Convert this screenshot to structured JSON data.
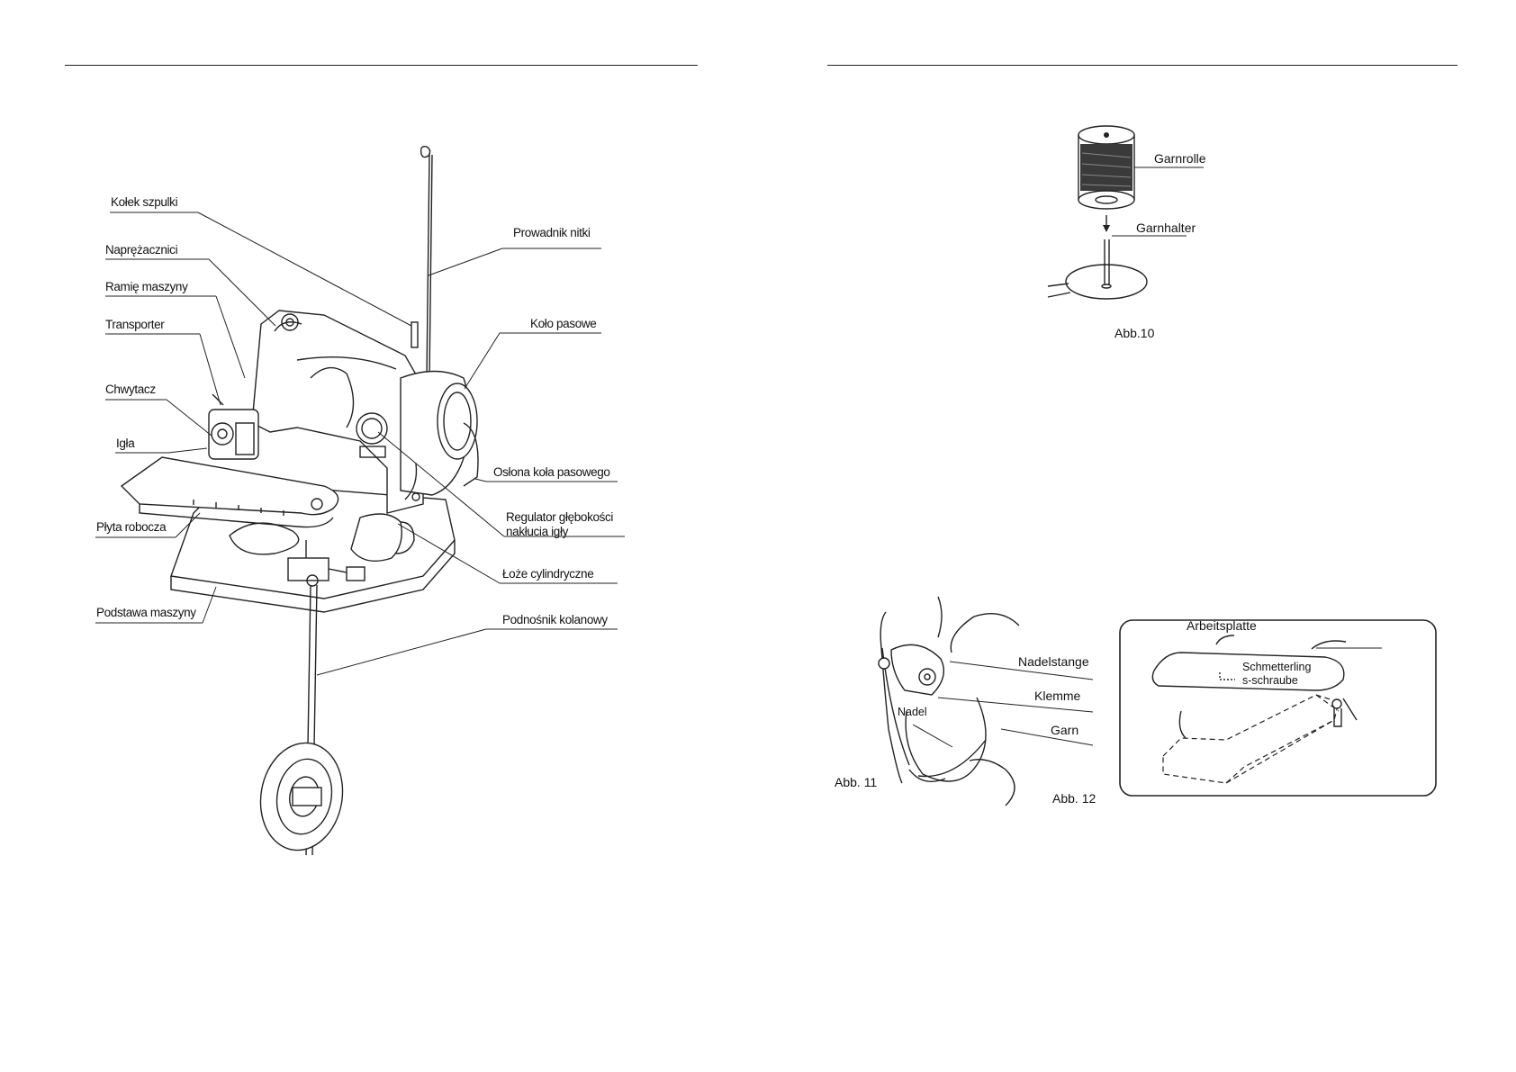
{
  "left_page": {
    "labels": {
      "spool_pin": "Kołek szpulki",
      "thread_tension": "Naprężacznici",
      "machine_arm": "Ramię maszyny",
      "transporter": "Transporter",
      "looper": "Chwytacz",
      "needle": "Igła",
      "work_plate": "Płyta robocza",
      "machine_base": "Podstawa maszyny",
      "thread_guide": "Prowadnik nitki",
      "belt_wheel": "Koło pasowe",
      "belt_wheel_cover": "Osłona koła pasowego",
      "depth_regulator_line1": "Regulator głębokości",
      "depth_regulator_line2": "nakłucia igły",
      "cylinder_bed": "Łoże cylindryczne",
      "knee_lifter": "Podnośnik kolanowy"
    }
  },
  "right_page": {
    "fig10": {
      "caption": "Abb.10",
      "spool_label": "Garnrolle",
      "holder_label": "Garnhalter"
    },
    "fig11": {
      "caption": "Abb. 11",
      "needle_bar_label": "Nadelstange",
      "clamp_label": "Klemme",
      "thread_label": "Garn",
      "needle_label": "Nadel"
    },
    "fig12": {
      "caption": "Abb. 12",
      "work_plate_label": "Arbeitsplatte",
      "screw_label_line1": "Schmetterling",
      "screw_label_line2": "s-schraube"
    }
  }
}
